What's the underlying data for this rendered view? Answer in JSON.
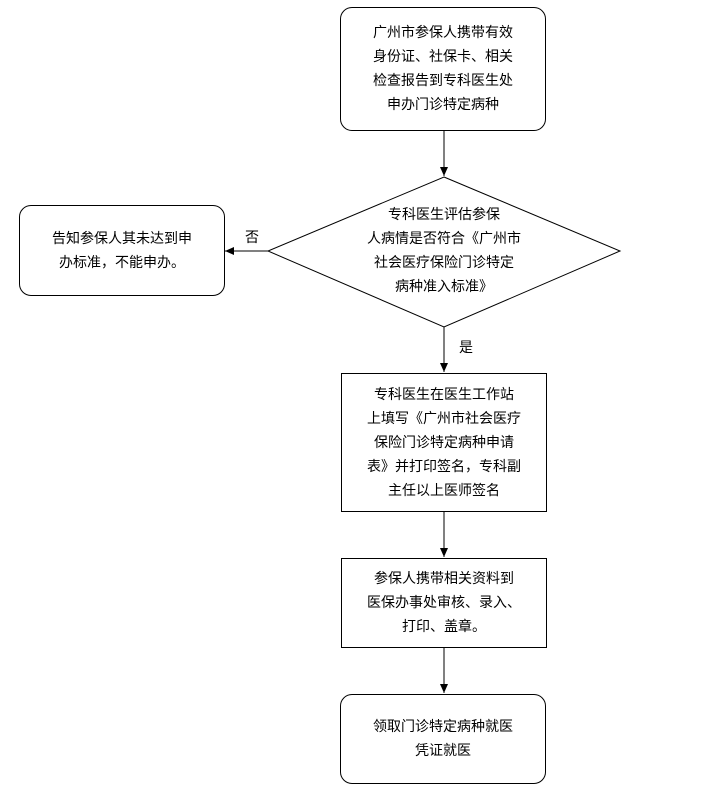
{
  "nodes": {
    "start": "广州市参保人携带有效\n身份证、社保卡、相关\n检查报告到专科医生处\n申办门诊特定病种",
    "decision": "专科医生评估参保\n人病情是否符合《广州市\n社会医疗保险门诊特定\n病种准入标准》",
    "reject": "告知参保人其未达到申\n办标准，不能申办。",
    "fill_form": "专科医生在医生工作站\n上填写《广州市社会医疗\n保险门诊特定病种申请\n表》并打印签名，专科副\n主任以上医师签名",
    "review": "参保人携带相关资料到\n医保办事处审核、录入、\n打印、盖章。",
    "end": "领取门诊特定病种就医\n凭证就医"
  },
  "edge_labels": {
    "no": "否",
    "yes": "是"
  }
}
